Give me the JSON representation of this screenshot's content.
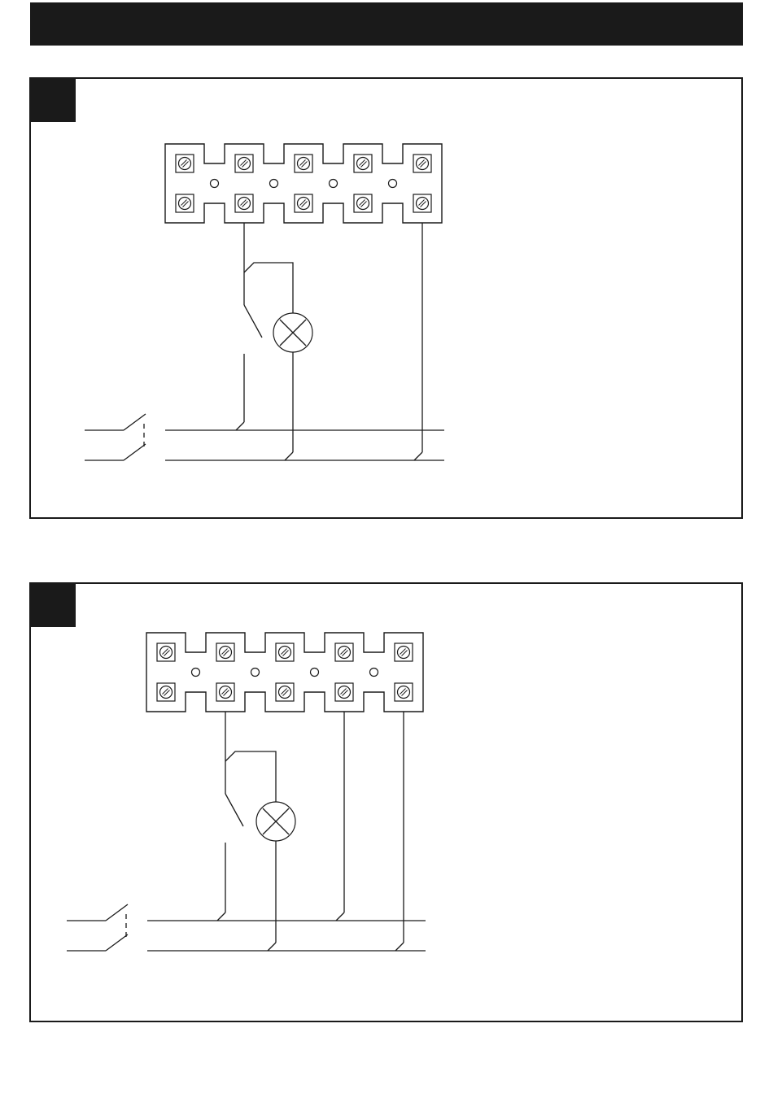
{
  "colors": {
    "ink": "#1a1a1a",
    "paper": "#ffffff"
  },
  "icons": {
    "lamp": "lamp-cross-circle-icon",
    "screw": "terminal-screw-icon",
    "switch": "double-pole-switch-icon"
  },
  "diagrams": [
    {
      "label": "",
      "terminals": 5,
      "connected_terminals": [
        2,
        5
      ],
      "lamp_on_terminal": 2
    },
    {
      "label": "",
      "terminals": 5,
      "connected_terminals": [
        2,
        4,
        5
      ],
      "lamp_on_terminal": 2
    }
  ]
}
